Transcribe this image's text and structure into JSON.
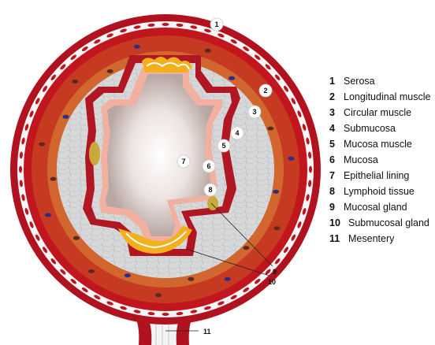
{
  "legend": [
    {
      "num": "1",
      "label": "Serosa"
    },
    {
      "num": "2",
      "label": "Longitudinal muscle"
    },
    {
      "num": "3",
      "label": "Circular muscle"
    },
    {
      "num": "4",
      "label": "Submucosa"
    },
    {
      "num": "5",
      "label": "Mucosa muscle"
    },
    {
      "num": "6",
      "label": "Mucosa"
    },
    {
      "num": "7",
      "label": "Epithelial lining"
    },
    {
      "num": "8",
      "label": "Lymphoid tissue"
    },
    {
      "num": "9",
      "label": "Mucosal gland"
    },
    {
      "num": "10",
      "label": "Submucosal gland"
    },
    {
      "num": "11",
      "label": "Mesentery"
    }
  ],
  "callouts": {
    "c1": "1",
    "c2": "2",
    "c3": "3",
    "c4": "4",
    "c5": "5",
    "c6": "6",
    "c7": "7",
    "c8": "8",
    "c9": "9",
    "c10": "10",
    "c11": "11"
  },
  "colors": {
    "serosa": "#b0121f",
    "longitudinal_muscle": "#c63a22",
    "circular_muscle": "#d2662f",
    "submucosa": "#d9dadb",
    "mucosa_muscle": "#b11722",
    "lumen": "#c9bcb8",
    "epithelium": "#f2b0a0",
    "gland": "#f3b01c",
    "vessel": "#2b2d86"
  }
}
